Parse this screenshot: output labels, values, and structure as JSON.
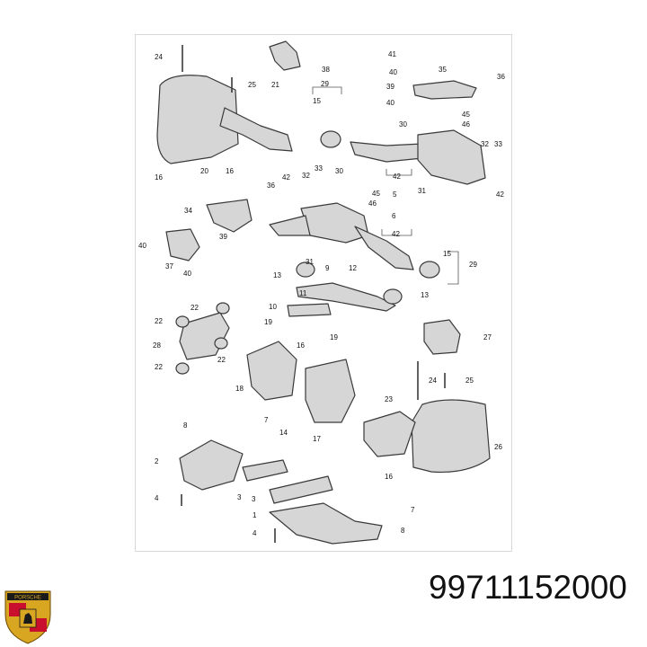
{
  "part_number": "99711152000",
  "logo": {
    "icon": "porsche-crest-icon",
    "wordmark": "PORSCHE"
  },
  "colors": {
    "line": "#3a3a3a",
    "part_fill": "#d6d6d6",
    "part_dark": "#9a9a9a",
    "logo_gold": "#d9a621",
    "logo_red": "#c8102e"
  },
  "callouts": [
    {
      "id": "c1",
      "label": "24"
    },
    {
      "id": "c2",
      "label": "25"
    },
    {
      "id": "c3",
      "label": "21"
    },
    {
      "id": "c4",
      "label": "41"
    },
    {
      "id": "c5",
      "label": "38"
    },
    {
      "id": "c6",
      "label": "40"
    },
    {
      "id": "c7",
      "label": "39"
    },
    {
      "id": "c8",
      "label": "40"
    },
    {
      "id": "c9",
      "label": "35"
    },
    {
      "id": "c10",
      "label": "36"
    },
    {
      "id": "c11",
      "label": "29"
    },
    {
      "id": "c12",
      "label": "15"
    },
    {
      "id": "c13",
      "label": "45"
    },
    {
      "id": "c14",
      "label": "46"
    },
    {
      "id": "c15",
      "label": "30"
    },
    {
      "id": "c16",
      "label": "32"
    },
    {
      "id": "c17",
      "label": "33"
    },
    {
      "id": "c18",
      "label": "16"
    },
    {
      "id": "c19",
      "label": "20"
    },
    {
      "id": "c20",
      "label": "16"
    },
    {
      "id": "c21",
      "label": "42"
    },
    {
      "id": "c22",
      "label": "5"
    },
    {
      "id": "c23",
      "label": "31"
    },
    {
      "id": "c24",
      "label": "42"
    },
    {
      "id": "c25",
      "label": "36"
    },
    {
      "id": "c26",
      "label": "42"
    },
    {
      "id": "c27",
      "label": "32"
    },
    {
      "id": "c28",
      "label": "33"
    },
    {
      "id": "c29",
      "label": "30"
    },
    {
      "id": "c30",
      "label": "45"
    },
    {
      "id": "c31",
      "label": "46"
    },
    {
      "id": "c32",
      "label": "34"
    },
    {
      "id": "c33",
      "label": "39"
    },
    {
      "id": "c34",
      "label": "40"
    },
    {
      "id": "c35",
      "label": "37"
    },
    {
      "id": "c36",
      "label": "40"
    },
    {
      "id": "c37",
      "label": "6"
    },
    {
      "id": "c38",
      "label": "42"
    },
    {
      "id": "c39",
      "label": "31"
    },
    {
      "id": "c40",
      "label": "15"
    },
    {
      "id": "c41",
      "label": "29"
    },
    {
      "id": "c42",
      "label": "13"
    },
    {
      "id": "c43",
      "label": "9"
    },
    {
      "id": "c44",
      "label": "12"
    },
    {
      "id": "c45",
      "label": "11"
    },
    {
      "id": "c46",
      "label": "10"
    },
    {
      "id": "c47",
      "label": "13"
    },
    {
      "id": "c48",
      "label": "22"
    },
    {
      "id": "c49",
      "label": "22"
    },
    {
      "id": "c50",
      "label": "19"
    },
    {
      "id": "c51",
      "label": "27"
    },
    {
      "id": "c52",
      "label": "28"
    },
    {
      "id": "c53",
      "label": "22"
    },
    {
      "id": "c54",
      "label": "16"
    },
    {
      "id": "c55",
      "label": "19"
    },
    {
      "id": "c56",
      "label": "22"
    },
    {
      "id": "c57",
      "label": "24"
    },
    {
      "id": "c58",
      "label": "25"
    },
    {
      "id": "c59",
      "label": "18"
    },
    {
      "id": "c60",
      "label": "23"
    },
    {
      "id": "c61",
      "label": "8"
    },
    {
      "id": "c62",
      "label": "7"
    },
    {
      "id": "c63",
      "label": "14"
    },
    {
      "id": "c64",
      "label": "17"
    },
    {
      "id": "c65",
      "label": "26"
    },
    {
      "id": "c66",
      "label": "2"
    },
    {
      "id": "c67",
      "label": "16"
    },
    {
      "id": "c68",
      "label": "3"
    },
    {
      "id": "c69",
      "label": "4"
    },
    {
      "id": "c70",
      "label": "3"
    },
    {
      "id": "c71",
      "label": "7"
    },
    {
      "id": "c72",
      "label": "1"
    },
    {
      "id": "c73",
      "label": "8"
    },
    {
      "id": "c74",
      "label": "4"
    }
  ]
}
